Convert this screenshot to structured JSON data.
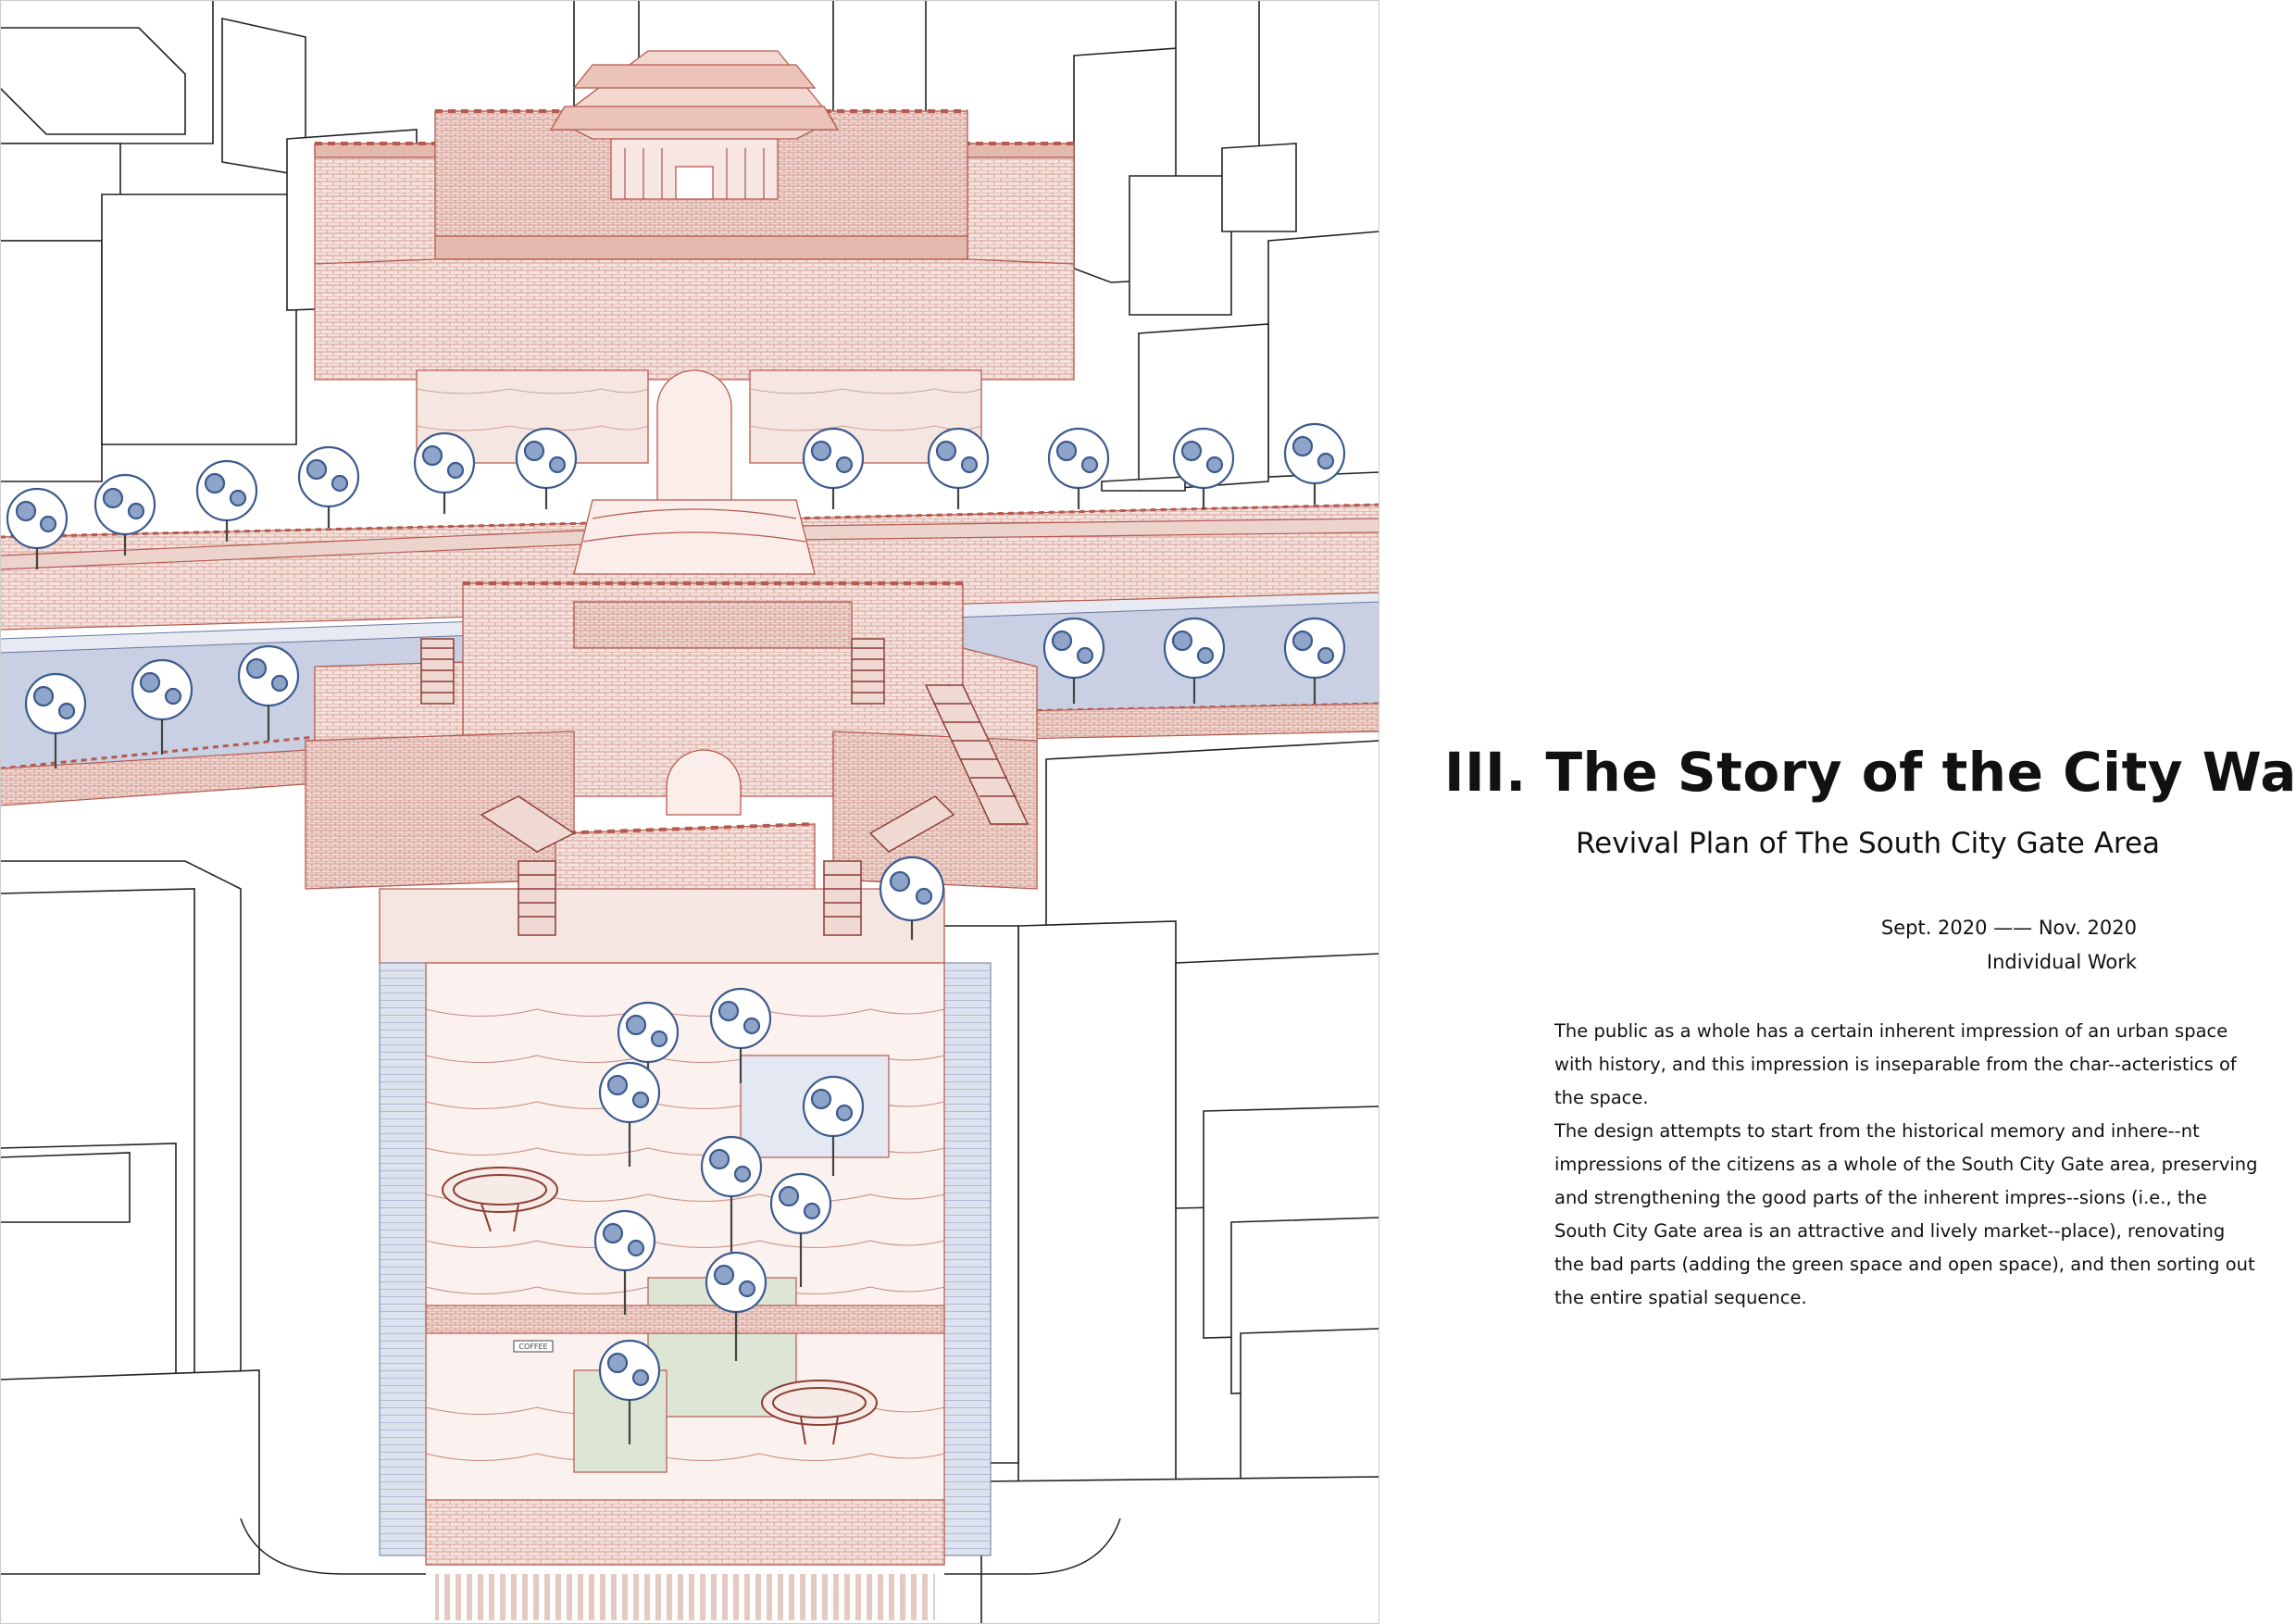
{
  "colors": {
    "wall_outline": "#b55a4e",
    "wall_fill": "#f2dcd6",
    "building_outline": "#222222",
    "road_fill": "#c9d0e3",
    "tree_blue": "#3c5a8e",
    "plaza_green": "#dde6d5",
    "text": "#111111"
  },
  "text_panel": {
    "title": "III. The Story of the City Wall",
    "subtitle": "Revival Plan of The South City Gate Area",
    "dates": "Sept. 2020 —— Nov. 2020",
    "author": "Individual Work",
    "paragraph_1": "The public as a whole has a certain inherent impression of an urban space with history, and this impression is inseparable from the char--acteristics of the space.",
    "paragraph_2": "The design attempts to start from the historical memory and inhere--nt impressions of the citizens as a whole of the South City Gate area, preserving and strengthening the good parts of the inherent impres--sions (i.e., the South City Gate area is an attractive and lively market--place), renovating the bad parts (adding the green space and open space), and then sorting out the entire spatial sequence."
  },
  "illustration": {
    "icons": [
      "tree-icon",
      "gate-tower-icon",
      "staircase-icon",
      "pavilion-ring-icon",
      "crosswalk-icon"
    ],
    "sign_text": "COFFEE"
  }
}
